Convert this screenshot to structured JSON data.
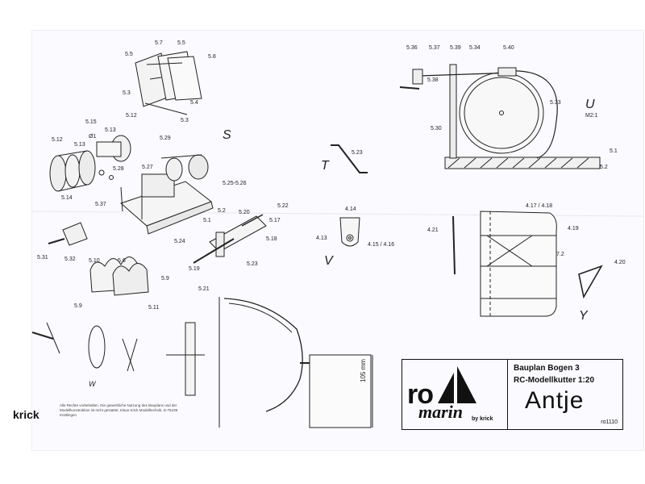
{
  "sheet": {
    "title_block": {
      "line1": "Bauplan Bogen 3",
      "line2": "RC-Modellkutter  1:20",
      "ship_name": "Antje",
      "drawing_code": "ro1110",
      "logo_ro": "ro",
      "logo_marin": "marin",
      "logo_by": "by krick"
    },
    "krick_notice": {
      "logo": "krick",
      "text": "Alle Rechte vorbehalten. Die gewerbliche Nutzung des Bauplans und der Modellkonstruktion ist nicht gestattet. Klaus Krick Modelltechnik, D-75438 Knittlingen"
    },
    "dimension_label": "105 mm",
    "section_letters": {
      "S": "S",
      "T": "T",
      "U": "U",
      "U_scale": "M2:1",
      "V": "V",
      "W": "W",
      "Y": "Y"
    },
    "labels": {
      "l5_7": "5.7",
      "l5_5a": "5.5",
      "l5_5b": "5.5",
      "l5_8": "5.8",
      "l5_3a": "5.3",
      "l5_4": "5.4",
      "l5_3b": "5.3",
      "l5_15": "5.15",
      "l5_13a": "5.13",
      "l5_12a": "5.12",
      "l5_12b": "5.12",
      "l5_13b": "5.13",
      "l5_29": "5.29",
      "l5_28": "5.28",
      "l5_27": "5.27",
      "l5_14": "5.14",
      "l5_37a": "5.37",
      "l5_25": "5.25-5.26",
      "l5_2a": "5.2",
      "l5_1a": "5.1",
      "l5_24": "5.24",
      "l5_31": "5.31",
      "l5_32": "5.32",
      "l5_10": "5.10",
      "l5_6": "5.6",
      "l5_9a": "5.9",
      "l5_9b": "5.9",
      "l5_11": "5.11",
      "l5_20": "5.20",
      "l5_22": "5.22",
      "l5_17": "5.17",
      "l5_18": "5.18",
      "l5_19": "5.19",
      "l5_23a": "5.23",
      "l5_21": "5.21",
      "l5_23b": "5.23",
      "l5_36": "5.36",
      "l5_37b": "5.37",
      "l5_39": "5.39",
      "l5_34": "5.34",
      "l5_40": "5.40",
      "l5_38": "5.38",
      "l5_33": "5.33",
      "l5_30": "5.30",
      "l5_1b": "5.1",
      "l5_2b": "5.2",
      "l4_14": "4.14",
      "l4_13": "4.13",
      "l4_15": "4.15 / 4.16",
      "l4_17": "4.17 / 4.18",
      "l4_21": "4.21",
      "l4_19": "4.19",
      "l7_2": "7.2",
      "l4_20": "4.20",
      "l8_1": "Ø1"
    }
  }
}
